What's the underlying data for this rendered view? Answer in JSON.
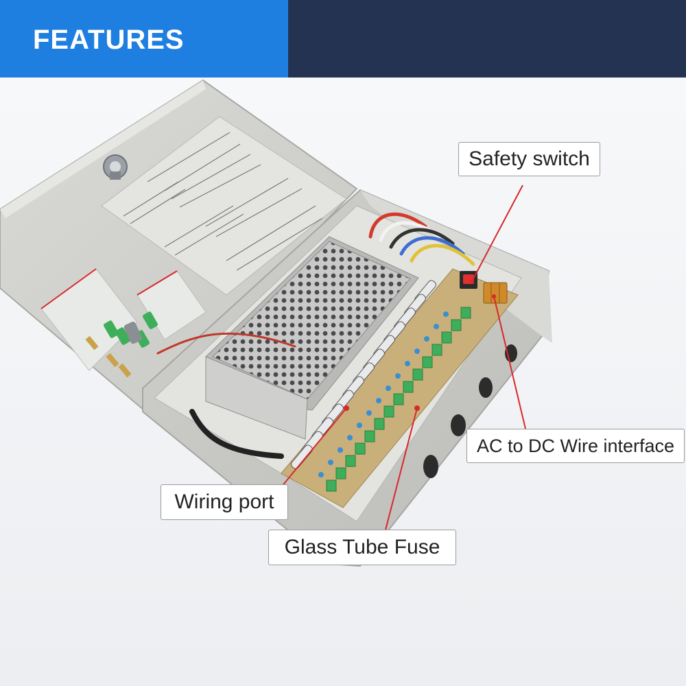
{
  "banner": {
    "title": "FEATURES",
    "left_color": "#1f7fe0",
    "right_color": "#243352"
  },
  "callouts": {
    "safety_switch": "Safety switch",
    "ac_dc_interface": "AC to DC Wire interface",
    "wiring_port": "Wiring port",
    "glass_tube_fuse": "Glass Tube Fuse"
  },
  "colors": {
    "leader_line": "#d8282b",
    "enclosure": "#d6d6d2",
    "pcb": "#c9b07a",
    "terminal": "#3fae5a"
  }
}
